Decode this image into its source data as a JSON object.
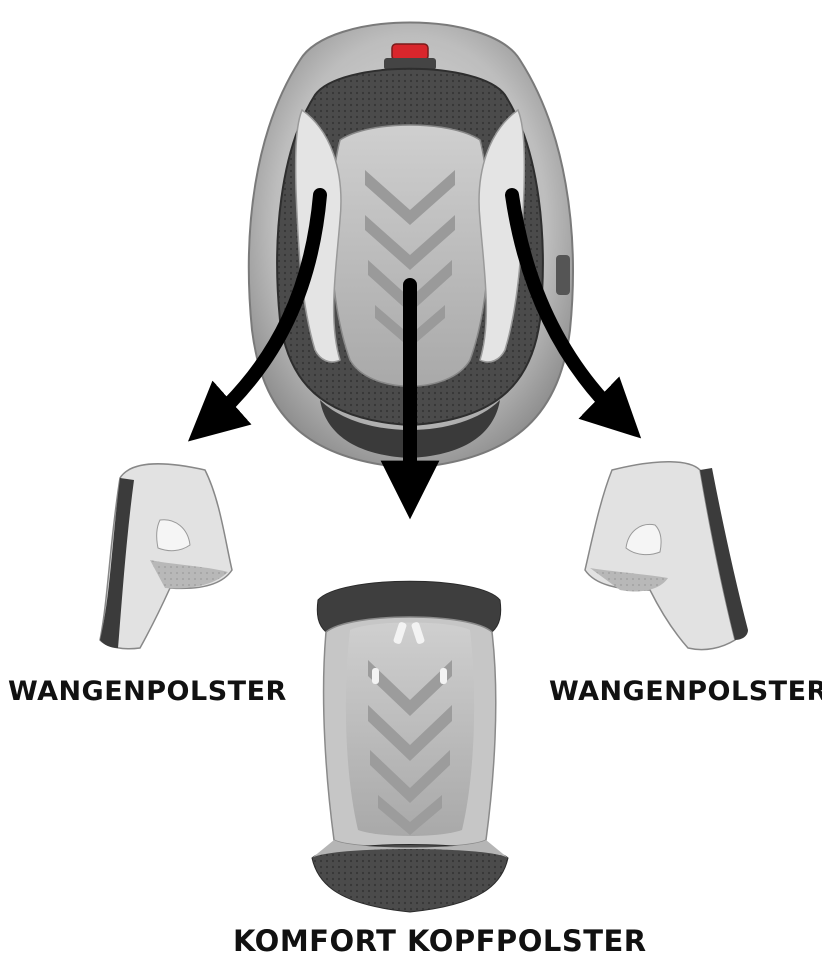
{
  "labels": {
    "cheek_pad_left": "WANGENPOLSTER",
    "cheek_pad_right": "WANGENPOLSTER",
    "head_pad": "KOMFORT KOPFPOLSTER"
  },
  "colors": {
    "shell": "#bdbdbd",
    "shell_dark": "#8a8a8a",
    "lining_dark": "#4a4a4a",
    "padding_light": "#d9d9d9",
    "padding_mid": "#a8a8a8",
    "accent_red": "#d8262c",
    "arrow": "#000000",
    "text": "#111111"
  },
  "icons": {
    "arrows": "curved-arrow-icon"
  }
}
